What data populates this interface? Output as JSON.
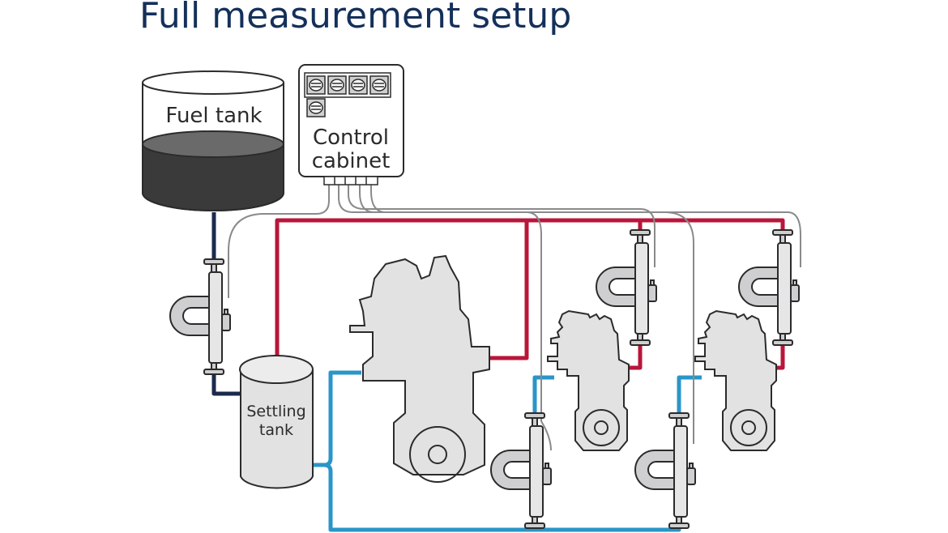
{
  "title": "Full measurement setup",
  "labels": {
    "fuel_tank": "Fuel tank",
    "control_cabinet_line1": "Control",
    "control_cabinet_line2": "cabinet",
    "settling_tank_line1": "Settling",
    "settling_tank_line2": "tank"
  },
  "colors": {
    "title": "#14305a",
    "supply_pipe": "#1b2a4c",
    "feed_pipe": "#2a95c9",
    "return_pipe": "#b8163a",
    "signal_cable": "#8a8a8a",
    "equipment_fill": "#e2e2e2",
    "fuel": "#3a3a3a"
  },
  "icons": {
    "flow_meter": "coriolis-flow-meter-icon",
    "engine": "engine-icon",
    "display": "display-module-icon"
  }
}
